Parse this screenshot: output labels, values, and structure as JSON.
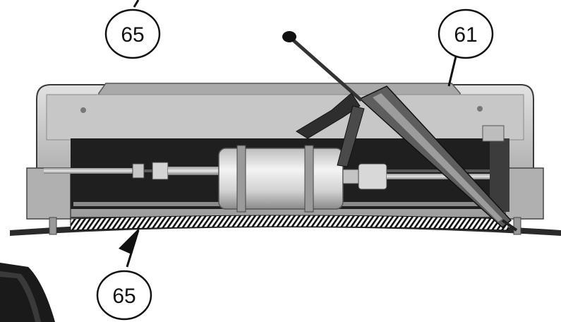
{
  "callouts": {
    "top_left": "65",
    "top_right": "61",
    "bottom": "65"
  }
}
